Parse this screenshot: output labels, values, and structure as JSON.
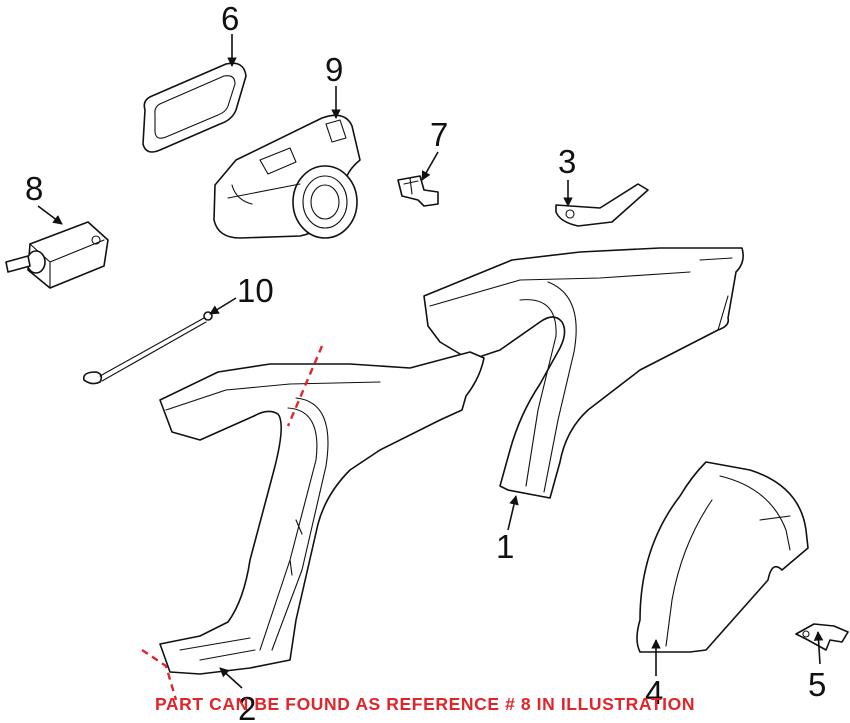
{
  "diagram": {
    "callouts": [
      {
        "id": "1",
        "label": "1"
      },
      {
        "id": "2",
        "label": "2"
      },
      {
        "id": "3",
        "label": "3"
      },
      {
        "id": "4",
        "label": "4"
      },
      {
        "id": "5",
        "label": "5"
      },
      {
        "id": "6",
        "label": "6"
      },
      {
        "id": "7",
        "label": "7"
      },
      {
        "id": "8",
        "label": "8"
      },
      {
        "id": "9",
        "label": "9"
      },
      {
        "id": "10",
        "label": "10"
      }
    ],
    "note": "PART CAN BE FOUND AS REFERENCE # 8 IN ILLUSTRATION",
    "colors": {
      "line": "#111111",
      "highlight": "#e0252b",
      "background": "#ffffff"
    }
  }
}
